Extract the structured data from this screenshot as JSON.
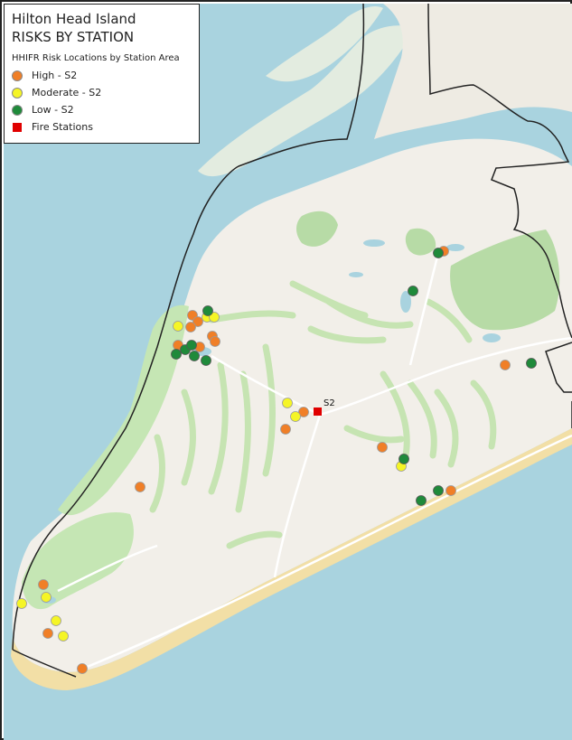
{
  "legend": {
    "title_line1": "Hilton Head Island",
    "title_line2": "RISKS BY STATION",
    "subtitle": "HHIFR Risk Locations by Station Area",
    "items": [
      {
        "label": "High - S2",
        "color": "#f07f27",
        "shape": "circle"
      },
      {
        "label": "Moderate - S2",
        "color": "#f5f526",
        "shape": "circle"
      },
      {
        "label": "Low - S2",
        "color": "#1f8a3a",
        "shape": "circle"
      },
      {
        "label": "Fire Stations",
        "color": "#e00000",
        "shape": "square"
      }
    ]
  },
  "station": {
    "label": "S2",
    "color": "#e00000"
  },
  "colors": {
    "water": "#a9d3df",
    "land": "#f2efe9",
    "green": "#c5e6b4",
    "marsh": "#d4e6cc",
    "beach": "#f2dfa6",
    "boundary": "#222222"
  }
}
